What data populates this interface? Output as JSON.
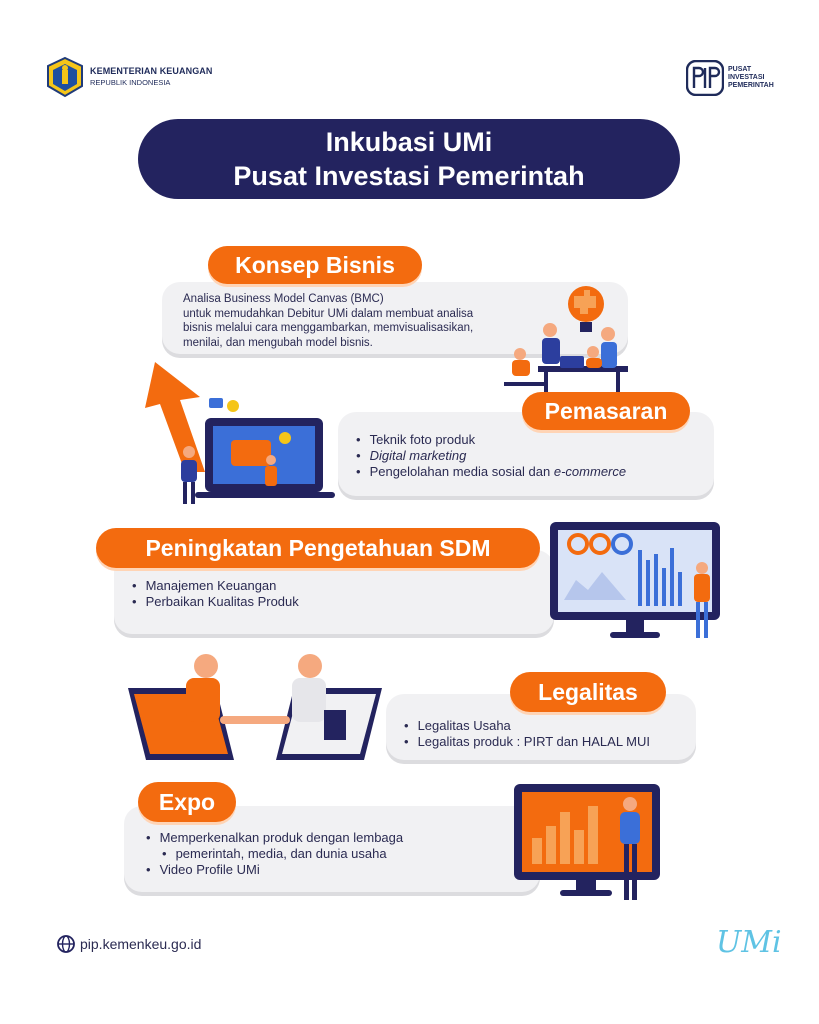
{
  "header": {
    "kemenkeu_line1": "KEMENTERIAN KEUANGAN",
    "kemenkeu_line2": "REPUBLIK INDONESIA",
    "pip_line1": "PUSAT",
    "pip_line2": "INVESTASI",
    "pip_line3": "PEMERINTAH"
  },
  "title": {
    "line1": "Inkubasi UMi",
    "line2": "Pusat Investasi Pemerintah"
  },
  "sections": {
    "konsep": {
      "heading": "Konsep Bisnis",
      "line1": "Analisa Business Model Canvas (BMC)",
      "line2": "untuk memudahkan Debitur UMi dalam membuat analisa",
      "line3": "bisnis melalui cara menggambarkan, memvisualisasikan,",
      "line4": "menilai, dan mengubah model bisnis."
    },
    "pemasaran": {
      "heading": "Pemasaran",
      "items": [
        "Teknik foto produk",
        "Digital marketing",
        "Pengelolahan media sosial dan ",
        "e-commerce"
      ]
    },
    "sdm": {
      "heading": "Peningkatan Pengetahuan SDM",
      "items": [
        "Manajemen Keuangan",
        "Perbaikan Kualitas Produk"
      ]
    },
    "legalitas": {
      "heading": "Legalitas",
      "items": [
        "Legalitas Usaha",
        "Legalitas produk : PIRT dan HALAL MUI"
      ]
    },
    "expo": {
      "heading": "Expo",
      "items": [
        "Memperkenalkan produk dengan lembaga",
        "pemerintah, media, dan dunia usaha",
        "Video Profile UMi"
      ]
    }
  },
  "footer": {
    "url": "pip.kemenkeu.go.id",
    "logo": "UMi"
  },
  "colors": {
    "navy": "#23235f",
    "orange": "#f36b0f",
    "card": "#f1f1f3",
    "umi": "#5fc3e4"
  }
}
